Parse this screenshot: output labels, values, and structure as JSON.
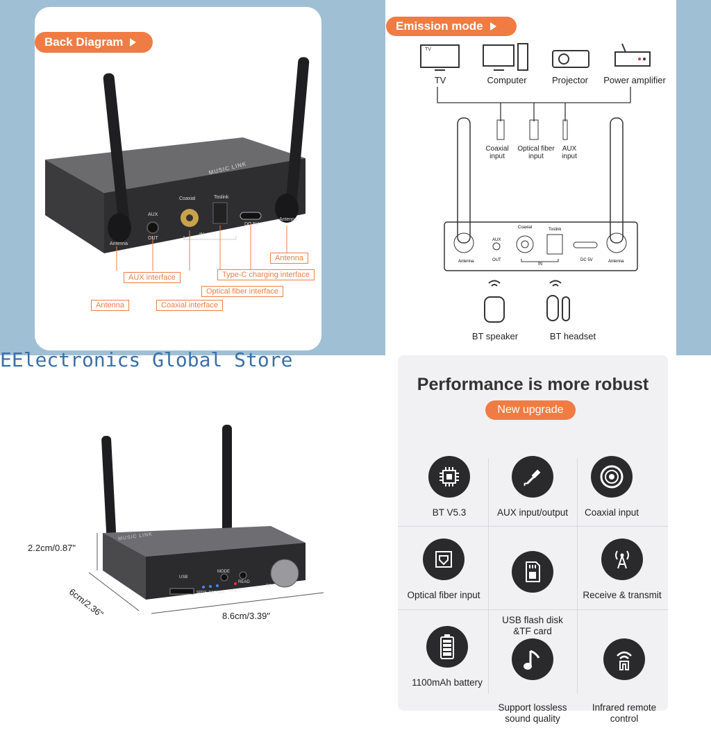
{
  "store_watermark": "EElectronics Global Store",
  "back_diagram": {
    "title": "Back Diagram",
    "device_brand": "MUSIC LINK",
    "panel_labels": {
      "aux": "AUX",
      "out": "OUT",
      "coaxial": "Coaxial",
      "toslink": "Toslink",
      "in": "IN",
      "dc": "DC 5V",
      "antenna_left": "Antenna",
      "antenna_right": "Antenna"
    },
    "callouts": {
      "antenna_right": "Antenna",
      "type_c": "Type-C charging interface",
      "optical": "Optical fiber interface",
      "aux": "AUX interface",
      "antenna_left": "Antenna",
      "coaxial": "Coaxial interface"
    }
  },
  "emission_mode": {
    "title": "Emission mode",
    "tv_screen_text": "TV",
    "devices": [
      "TV",
      "Computer",
      "Projector",
      "Power amplifier"
    ],
    "inputs": [
      "Coaxial\ninput",
      "Optical fiber\ninput",
      "AUX\ninput"
    ],
    "panel_labels": {
      "coaxial": "Coaxial",
      "toslink": "Toslink",
      "aux": "AUX",
      "out": "OUT",
      "in": "IN",
      "dc": "DC 5V",
      "antenna_left": "Antenna",
      "antenna_right": "Antenna"
    },
    "outputs": [
      "BT speaker",
      "BT headset"
    ]
  },
  "front_view": {
    "device_brand": "MUSIC LINK",
    "panel_labels": {
      "usb": "USB",
      "mode": "MODE",
      "read": "READ",
      "leds": "SPDIF  DAC  AUX",
      "rxtx": "RX&TX",
      "pc": "PC"
    },
    "height": "2.2cm/0.87\"",
    "depth": "6cm/2.36\"",
    "width": "8.6cm/3.39\""
  },
  "performance": {
    "title": "Performance is more robust",
    "badge": "New upgrade",
    "features": [
      {
        "label": "BT V5.3",
        "icon": "chip-icon"
      },
      {
        "label": "AUX input/output",
        "icon": "aux-cable-icon"
      },
      {
        "label": "Coaxial input",
        "icon": "coaxial-icon"
      },
      {
        "label": "Optical fiber input",
        "icon": "optical-port-icon"
      },
      {
        "label": "USB flash disk\n&TF card",
        "icon": "sd-card-icon"
      },
      {
        "label": "Receive & transmit",
        "icon": "antenna-signal-icon"
      },
      {
        "label": "1100mAh battery",
        "icon": "battery-icon"
      },
      {
        "label": "Support lossless\nsound quality",
        "icon": "music-note-icon"
      },
      {
        "label": "Infrared remote\ncontrol",
        "icon": "infrared-remote-icon"
      }
    ]
  },
  "colors": {
    "accent": "#f07c43",
    "panel_bg": "#9fbfd4",
    "device_dark": "#3a3a3c",
    "store_text": "#3a6fa8"
  }
}
